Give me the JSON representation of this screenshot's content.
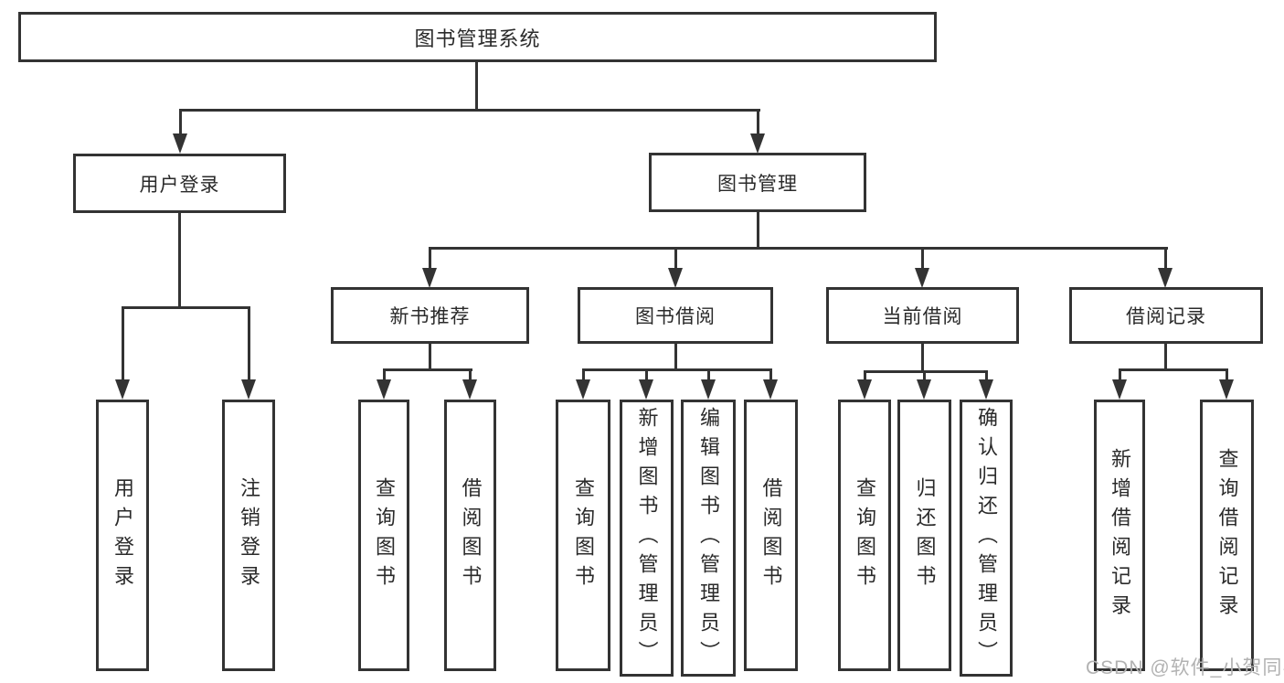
{
  "diagram_title": "图书管理系统",
  "tree": {
    "root": {
      "label": "图书管理系统",
      "children": [
        {
          "label": "用户登录",
          "children": [
            {
              "label": "用户登录"
            },
            {
              "label": "注销登录"
            }
          ]
        },
        {
          "label": "图书管理",
          "children": [
            {
              "label": "新书推荐",
              "children": [
                {
                  "label": "查询图书"
                },
                {
                  "label": "借阅图书"
                }
              ]
            },
            {
              "label": "图书借阅",
              "children": [
                {
                  "label": "查询图书"
                },
                {
                  "label": "新增图书（管理员）"
                },
                {
                  "label": "编辑图书（管理员）"
                },
                {
                  "label": "借阅图书"
                }
              ]
            },
            {
              "label": "当前借阅",
              "children": [
                {
                  "label": "查询图书"
                },
                {
                  "label": "归还图书"
                },
                {
                  "label": "确认归还（管理员）"
                }
              ]
            },
            {
              "label": "借阅记录",
              "children": [
                {
                  "label": "新增借阅记录"
                },
                {
                  "label": "查询借阅记录"
                }
              ]
            }
          ]
        }
      ]
    }
  },
  "watermark": {
    "text": "CSDN @软件_小贺同学"
  },
  "colors": {
    "line_color": "#333333",
    "text_color": "#2a2a2a",
    "watermark_color": "#b2b2b2",
    "background": "#ffffff"
  }
}
